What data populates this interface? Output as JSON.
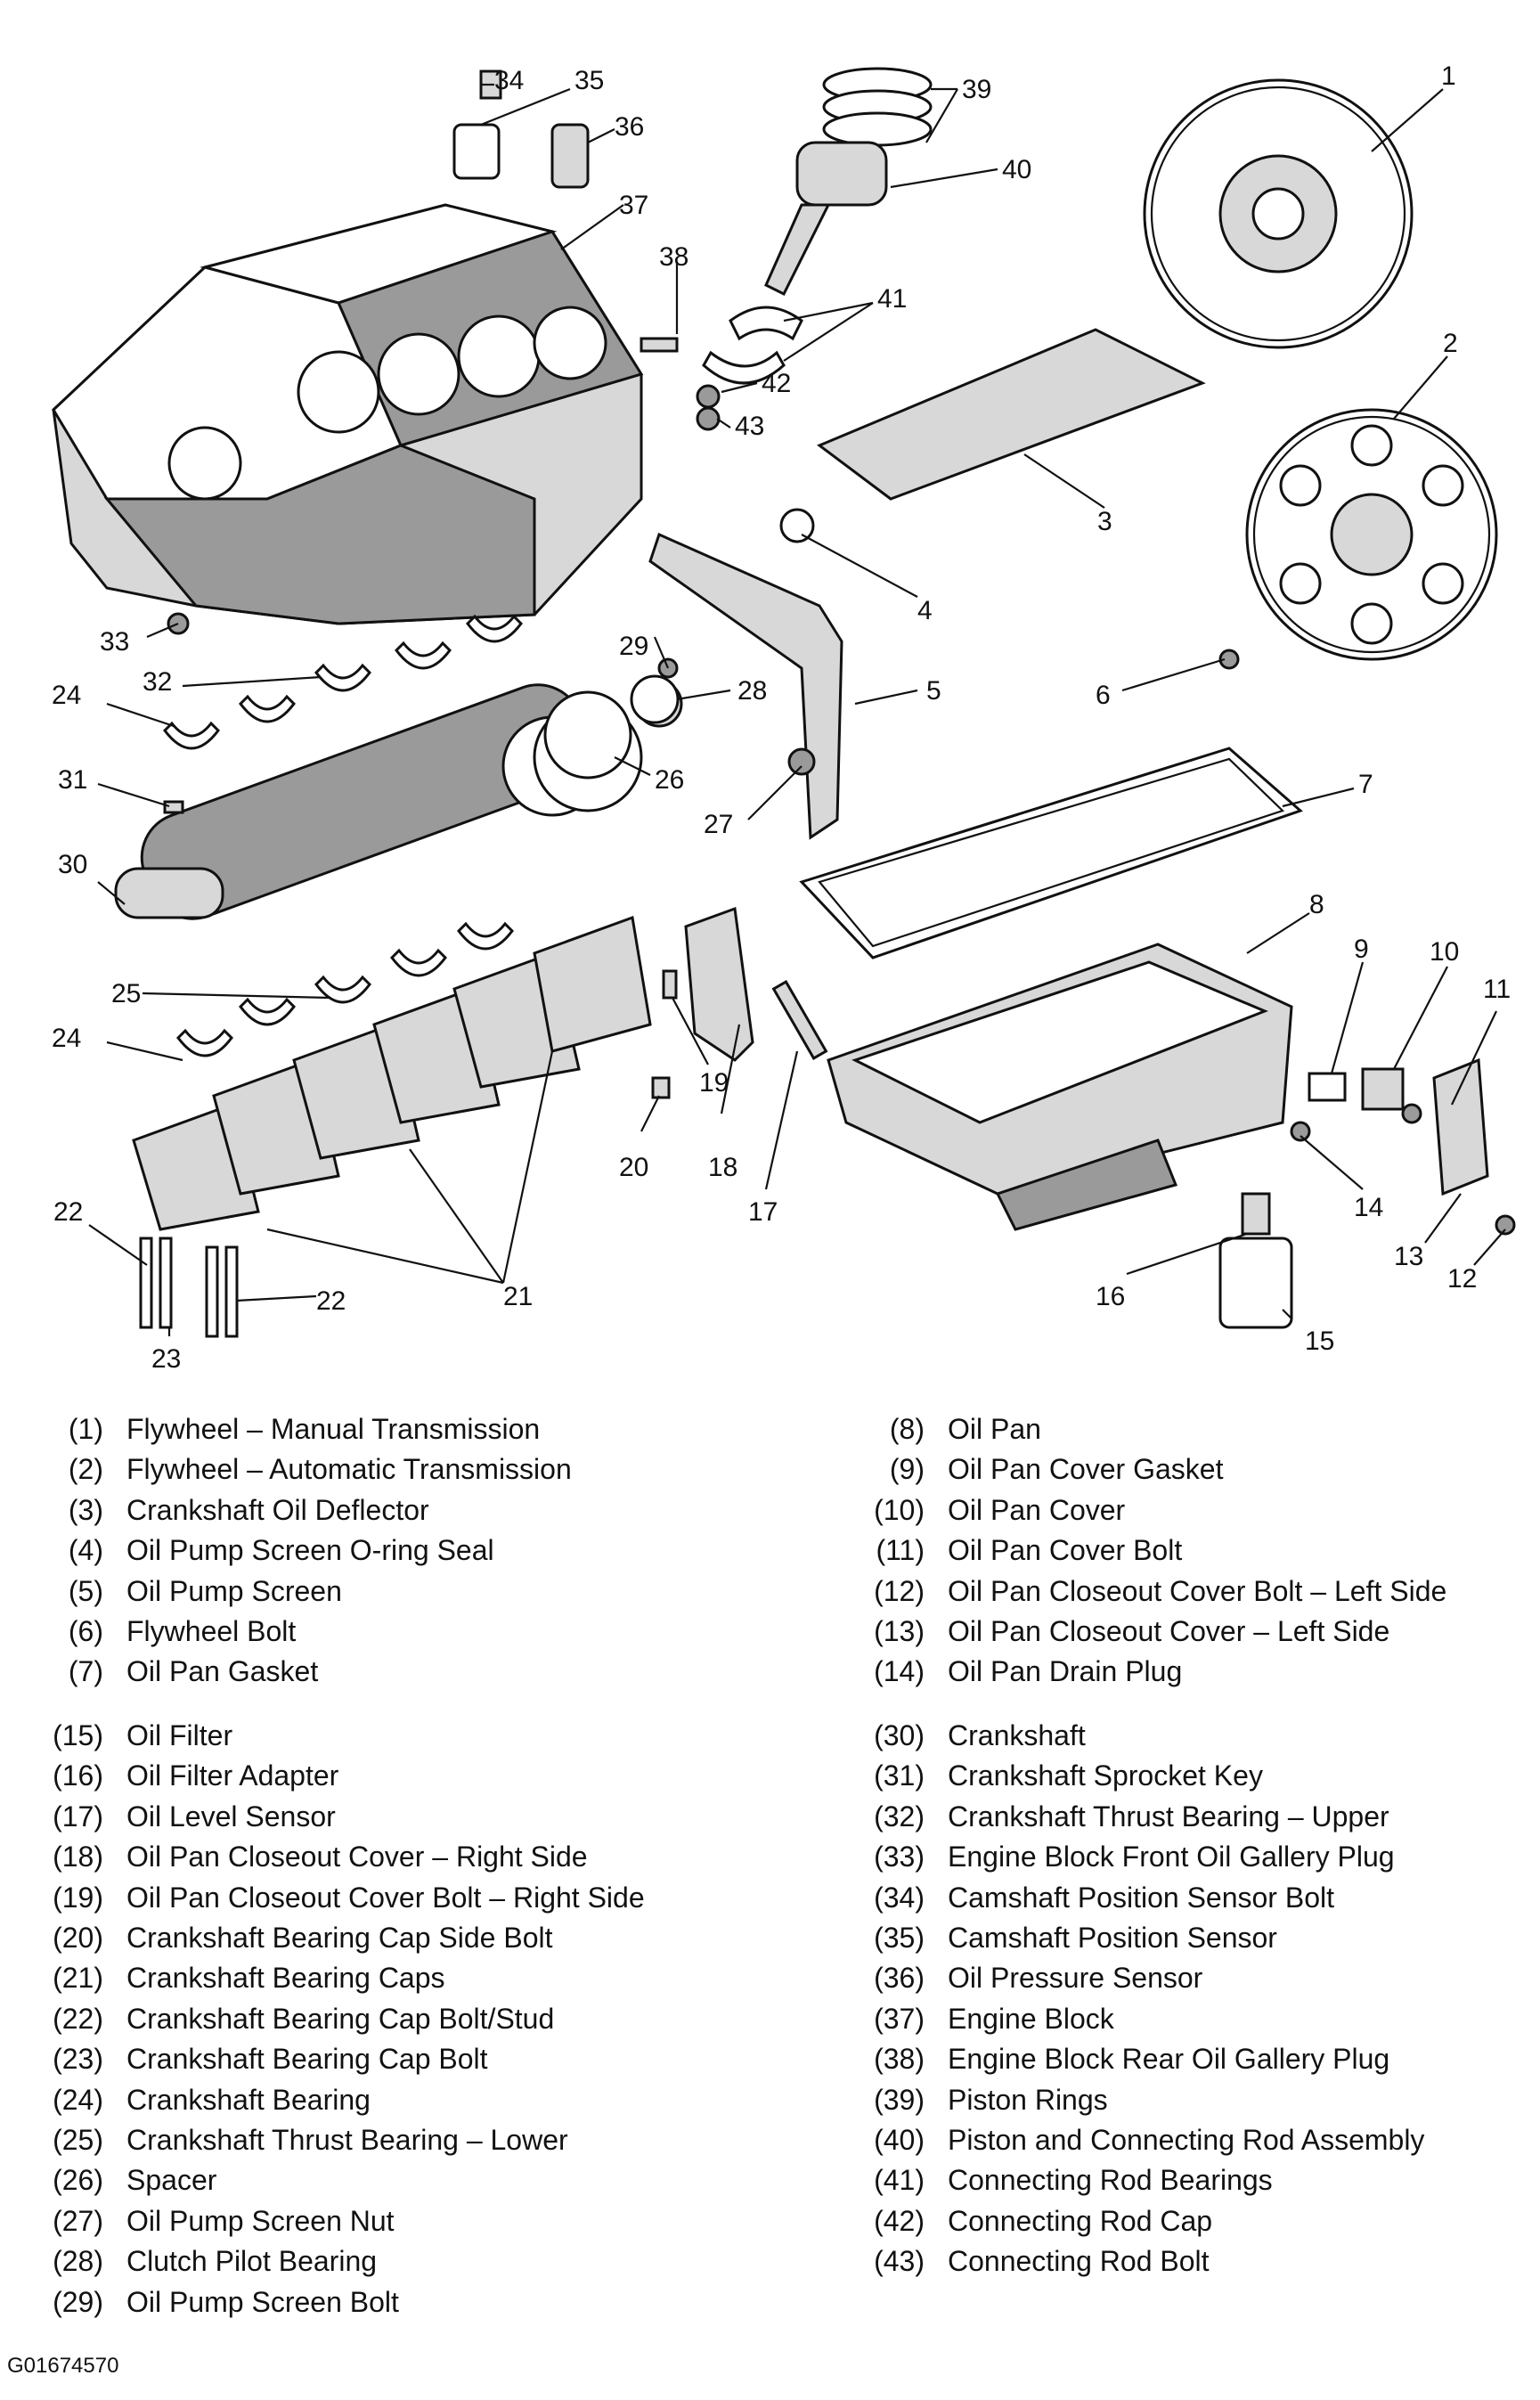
{
  "callouts": [
    "1",
    "2",
    "3",
    "4",
    "5",
    "6",
    "7",
    "8",
    "9",
    "10",
    "11",
    "12",
    "13",
    "14",
    "15",
    "16",
    "17",
    "18",
    "19",
    "20",
    "21",
    "22",
    "22",
    "23",
    "24",
    "24",
    "25",
    "26",
    "27",
    "28",
    "29",
    "30",
    "31",
    "32",
    "33",
    "34",
    "35",
    "36",
    "37",
    "38",
    "39",
    "40",
    "41",
    "42",
    "43"
  ],
  "legend_a": [
    {
      "num": "(1)",
      "label": "Flywheel – Manual Transmission"
    },
    {
      "num": "(2)",
      "label": "Flywheel – Automatic Transmission"
    },
    {
      "num": "(3)",
      "label": "Crankshaft Oil Deflector"
    },
    {
      "num": "(4)",
      "label": "Oil Pump Screen O-ring Seal"
    },
    {
      "num": "(5)",
      "label": "Oil Pump Screen"
    },
    {
      "num": "(6)",
      "label": "Flywheel Bolt"
    },
    {
      "num": "(7)",
      "label": "Oil Pan Gasket"
    }
  ],
  "legend_b": [
    {
      "num": "(8)",
      "label": "Oil Pan"
    },
    {
      "num": "(9)",
      "label": "Oil Pan Cover Gasket"
    },
    {
      "num": "(10)",
      "label": "Oil Pan Cover"
    },
    {
      "num": "(11)",
      "label": "Oil Pan Cover Bolt"
    },
    {
      "num": "(12)",
      "label": "Oil Pan Closeout Cover Bolt – Left Side"
    },
    {
      "num": "(13)",
      "label": "Oil Pan Closeout Cover – Left Side"
    },
    {
      "num": "(14)",
      "label": "Oil Pan Drain Plug"
    }
  ],
  "legend_c": [
    {
      "num": "(15)",
      "label": "Oil Filter"
    },
    {
      "num": "(16)",
      "label": "Oil Filter Adapter"
    },
    {
      "num": "(17)",
      "label": "Oil Level Sensor"
    },
    {
      "num": "(18)",
      "label": "Oil Pan Closeout Cover – Right Side"
    },
    {
      "num": "(19)",
      "label": "Oil Pan Closeout Cover Bolt – Right Side"
    },
    {
      "num": "(20)",
      "label": "Crankshaft Bearing Cap Side Bolt"
    },
    {
      "num": "(21)",
      "label": "Crankshaft Bearing Caps"
    },
    {
      "num": "(22)",
      "label": "Crankshaft Bearing Cap Bolt/Stud"
    },
    {
      "num": "(23)",
      "label": "Crankshaft Bearing Cap Bolt"
    },
    {
      "num": "(24)",
      "label": "Crankshaft Bearing"
    },
    {
      "num": "(25)",
      "label": "Crankshaft Thrust Bearing – Lower"
    },
    {
      "num": "(26)",
      "label": "Spacer"
    },
    {
      "num": "(27)",
      "label": "Oil Pump Screen Nut"
    },
    {
      "num": "(28)",
      "label": "Clutch Pilot Bearing"
    },
    {
      "num": "(29)",
      "label": "Oil Pump Screen Bolt"
    }
  ],
  "legend_d": [
    {
      "num": "(30)",
      "label": "Crankshaft"
    },
    {
      "num": "(31)",
      "label": "Crankshaft Sprocket Key"
    },
    {
      "num": "(32)",
      "label": "Crankshaft Thrust Bearing – Upper"
    },
    {
      "num": "(33)",
      "label": "Engine Block Front Oil Gallery Plug"
    },
    {
      "num": "(34)",
      "label": "Camshaft Position Sensor Bolt"
    },
    {
      "num": "(35)",
      "label": "Camshaft Position Sensor"
    },
    {
      "num": "(36)",
      "label": "Oil Pressure Sensor"
    },
    {
      "num": "(37)",
      "label": "Engine Block"
    },
    {
      "num": "(38)",
      "label": "Engine Block Rear Oil Gallery Plug"
    },
    {
      "num": "(39)",
      "label": "Piston Rings"
    },
    {
      "num": "(40)",
      "label": "Piston and Connecting Rod Assembly"
    },
    {
      "num": "(41)",
      "label": "Connecting Rod Bearings"
    },
    {
      "num": "(42)",
      "label": "Connecting Rod Cap"
    },
    {
      "num": "(43)",
      "label": "Connecting Rod Bolt"
    }
  ],
  "figure_id": "G01674570"
}
